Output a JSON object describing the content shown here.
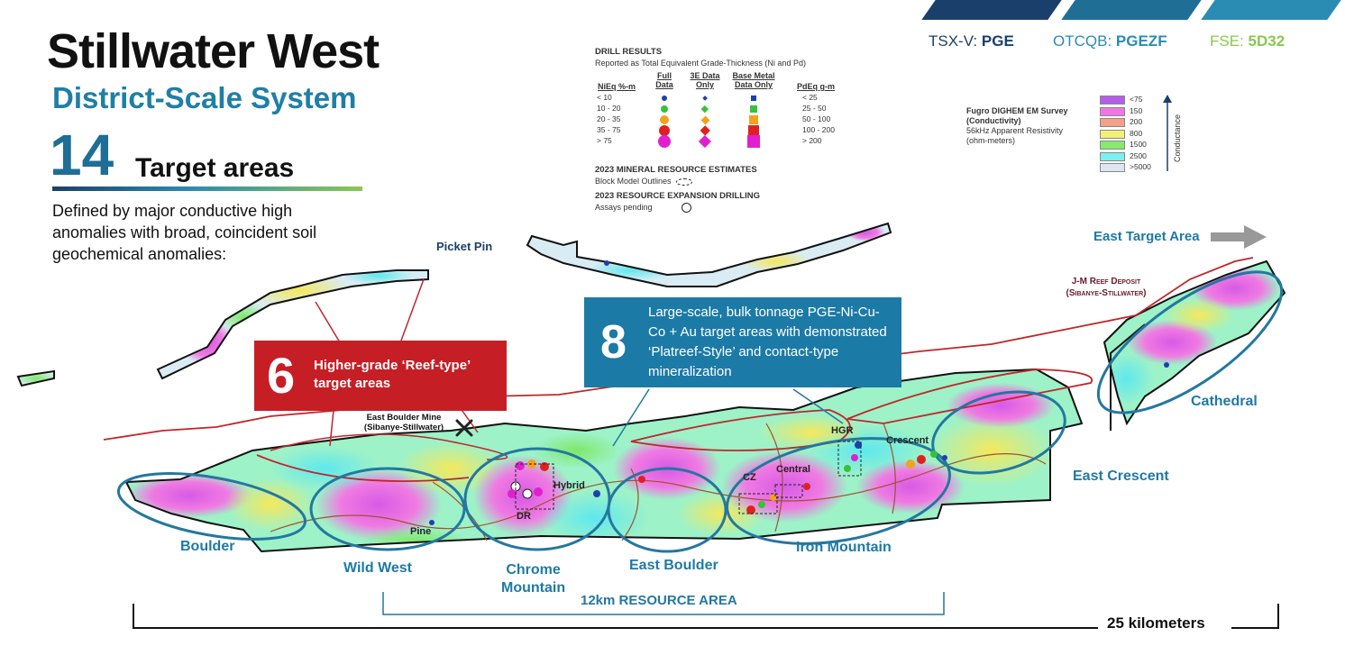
{
  "header": {
    "ticker_tsxv_label": "TSX-V:",
    "ticker_tsxv_value": "PGE",
    "ticker_otcqb_label": "OTCQB:",
    "ticker_otcqb_value": "PGEZF",
    "ticker_fse_label": "FSE:",
    "ticker_fse_value": "5D32",
    "bar_colors": [
      "#1b3f6b",
      "#1f6e96",
      "#2a8cb2",
      "#3ea3c4"
    ]
  },
  "title": "Stillwater West",
  "subtitle": "District-Scale System",
  "target": {
    "number": "14",
    "label": "Target areas",
    "description": "Defined by major conductive high anomalies with broad, coincident soil geochemical anomalies:"
  },
  "legend": {
    "drill_title": "DRILL RESULTS",
    "drill_subtitle": "Reported as Total Equivalent Grade-Thickness (Ni and Pd)",
    "col_nieq": "NiEq %-m",
    "col_full": "Full Data",
    "col_3e": "3E Data Only",
    "col_base": "Base Metal Data Only",
    "col_pdeq": "PdEq g-m",
    "rows": [
      {
        "nieq": "< 10",
        "pdeq": "< 25",
        "color": "#1f3fae"
      },
      {
        "nieq": "10 - 20",
        "pdeq": "25 - 50",
        "color": "#36c23a"
      },
      {
        "nieq": "20 - 35",
        "pdeq": "50 - 100",
        "color": "#f2a21b"
      },
      {
        "nieq": "35 - 75",
        "pdeq": "100 - 200",
        "color": "#e02020"
      },
      {
        "nieq": "> 75",
        "pdeq": "> 200",
        "color": "#e020d0"
      }
    ],
    "resource_title": "2023 MINERAL RESOURCE ESTIMATES",
    "resource_label": "Block Model Outlines",
    "expansion_title": "2023 RESOURCE EXPANSION DRILLING",
    "expansion_label": "Assays pending"
  },
  "em_legend": {
    "title": "Fugro DIGHEM EM Survey",
    "title2": "(Conductivity)",
    "line1": "56kHz Apparent Resistivity",
    "line2": "(ohm-meters)",
    "axis_label": "Conductance",
    "classes": [
      {
        "label": "<75",
        "color": "#b35ee8"
      },
      {
        "label": "150",
        "color": "#f075e4"
      },
      {
        "label": "200",
        "color": "#f4a08a"
      },
      {
        "label": "800",
        "color": "#f3f07a"
      },
      {
        "label": "1500",
        "color": "#86ea6e"
      },
      {
        "label": "2500",
        "color": "#7cf0ee"
      },
      {
        "label": ">5000",
        "color": "#dde6ef"
      }
    ]
  },
  "callouts": {
    "reef_number": "6",
    "reef_text": "Higher-grade ‘Reef-type’ target areas",
    "bulk_number": "8",
    "bulk_text": "Large-scale, bulk tonnage PGE-Ni-Cu-Co + Au target areas with demonstrated ‘Platreef-Style’ and contact-type mineralization"
  },
  "map_labels": {
    "picket_pin": "Picket Pin",
    "east_target_area": "East Target Area",
    "jm_reef_line1": "J-M Reef Deposit",
    "jm_reef_line2": "(Sibanye-Stillwater)",
    "east_boulder_mine_line1": "East Boulder Mine",
    "east_boulder_mine_line2": "(Sibanye-Stillwater)",
    "cathedral": "Cathedral",
    "east_crescent": "East Crescent",
    "boulder": "Boulder",
    "wild_west": "Wild West",
    "chrome_mountain_line1": "Chrome",
    "chrome_mountain_line2": "Mountain",
    "east_boulder": "East Boulder",
    "iron_mountain": "Iron Mountain",
    "pine": "Pine",
    "dr": "DR",
    "hybrid": "Hybrid",
    "cz": "CZ",
    "central": "Central",
    "hgr": "HGR",
    "crescent": "Crescent"
  },
  "scale": {
    "resource_area": "12km RESOURCE AREA",
    "total": "25 kilometers"
  }
}
